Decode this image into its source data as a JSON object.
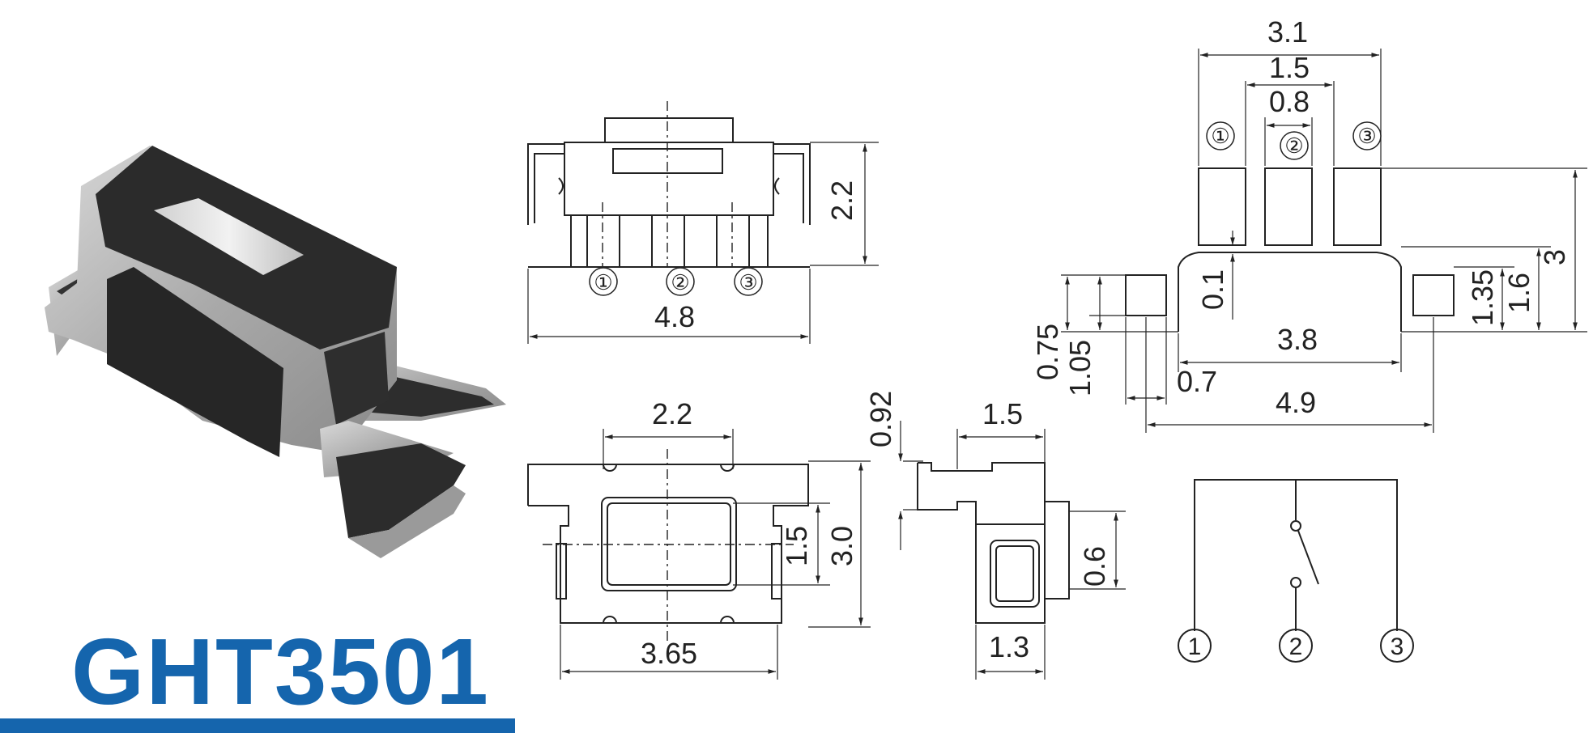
{
  "product": {
    "model": "GHT3501",
    "brand_color": "#1565ad",
    "body_color": "#2a2a2a",
    "metal_color": "#b9b9b9"
  },
  "front_view": {
    "height": "2.2",
    "width": "4.8",
    "pins": [
      "①",
      "②",
      "③"
    ]
  },
  "top_view": {
    "actuator_width": "2.2",
    "actuator_height": "1.5",
    "body_height": "3.0",
    "body_width": "3.65"
  },
  "side_view": {
    "offset": "0.92",
    "top_width": "1.5",
    "button_height": "0.6",
    "bottom_width": "1.3"
  },
  "footprint": {
    "pad_span": "3.1",
    "pad_outer": "1.5",
    "pad_width": "0.8",
    "pad_labels": [
      "①",
      "②",
      "③"
    ],
    "gap": "0.1",
    "height_total": "3",
    "height_1": "1.6",
    "height_2": "1.35",
    "side_h1": "0.75",
    "side_h2": "1.05",
    "inner_width": "3.8",
    "side_pad": "0.7",
    "outer_width": "4.9"
  },
  "schematic": {
    "pins": [
      "1",
      "2",
      "3"
    ]
  }
}
